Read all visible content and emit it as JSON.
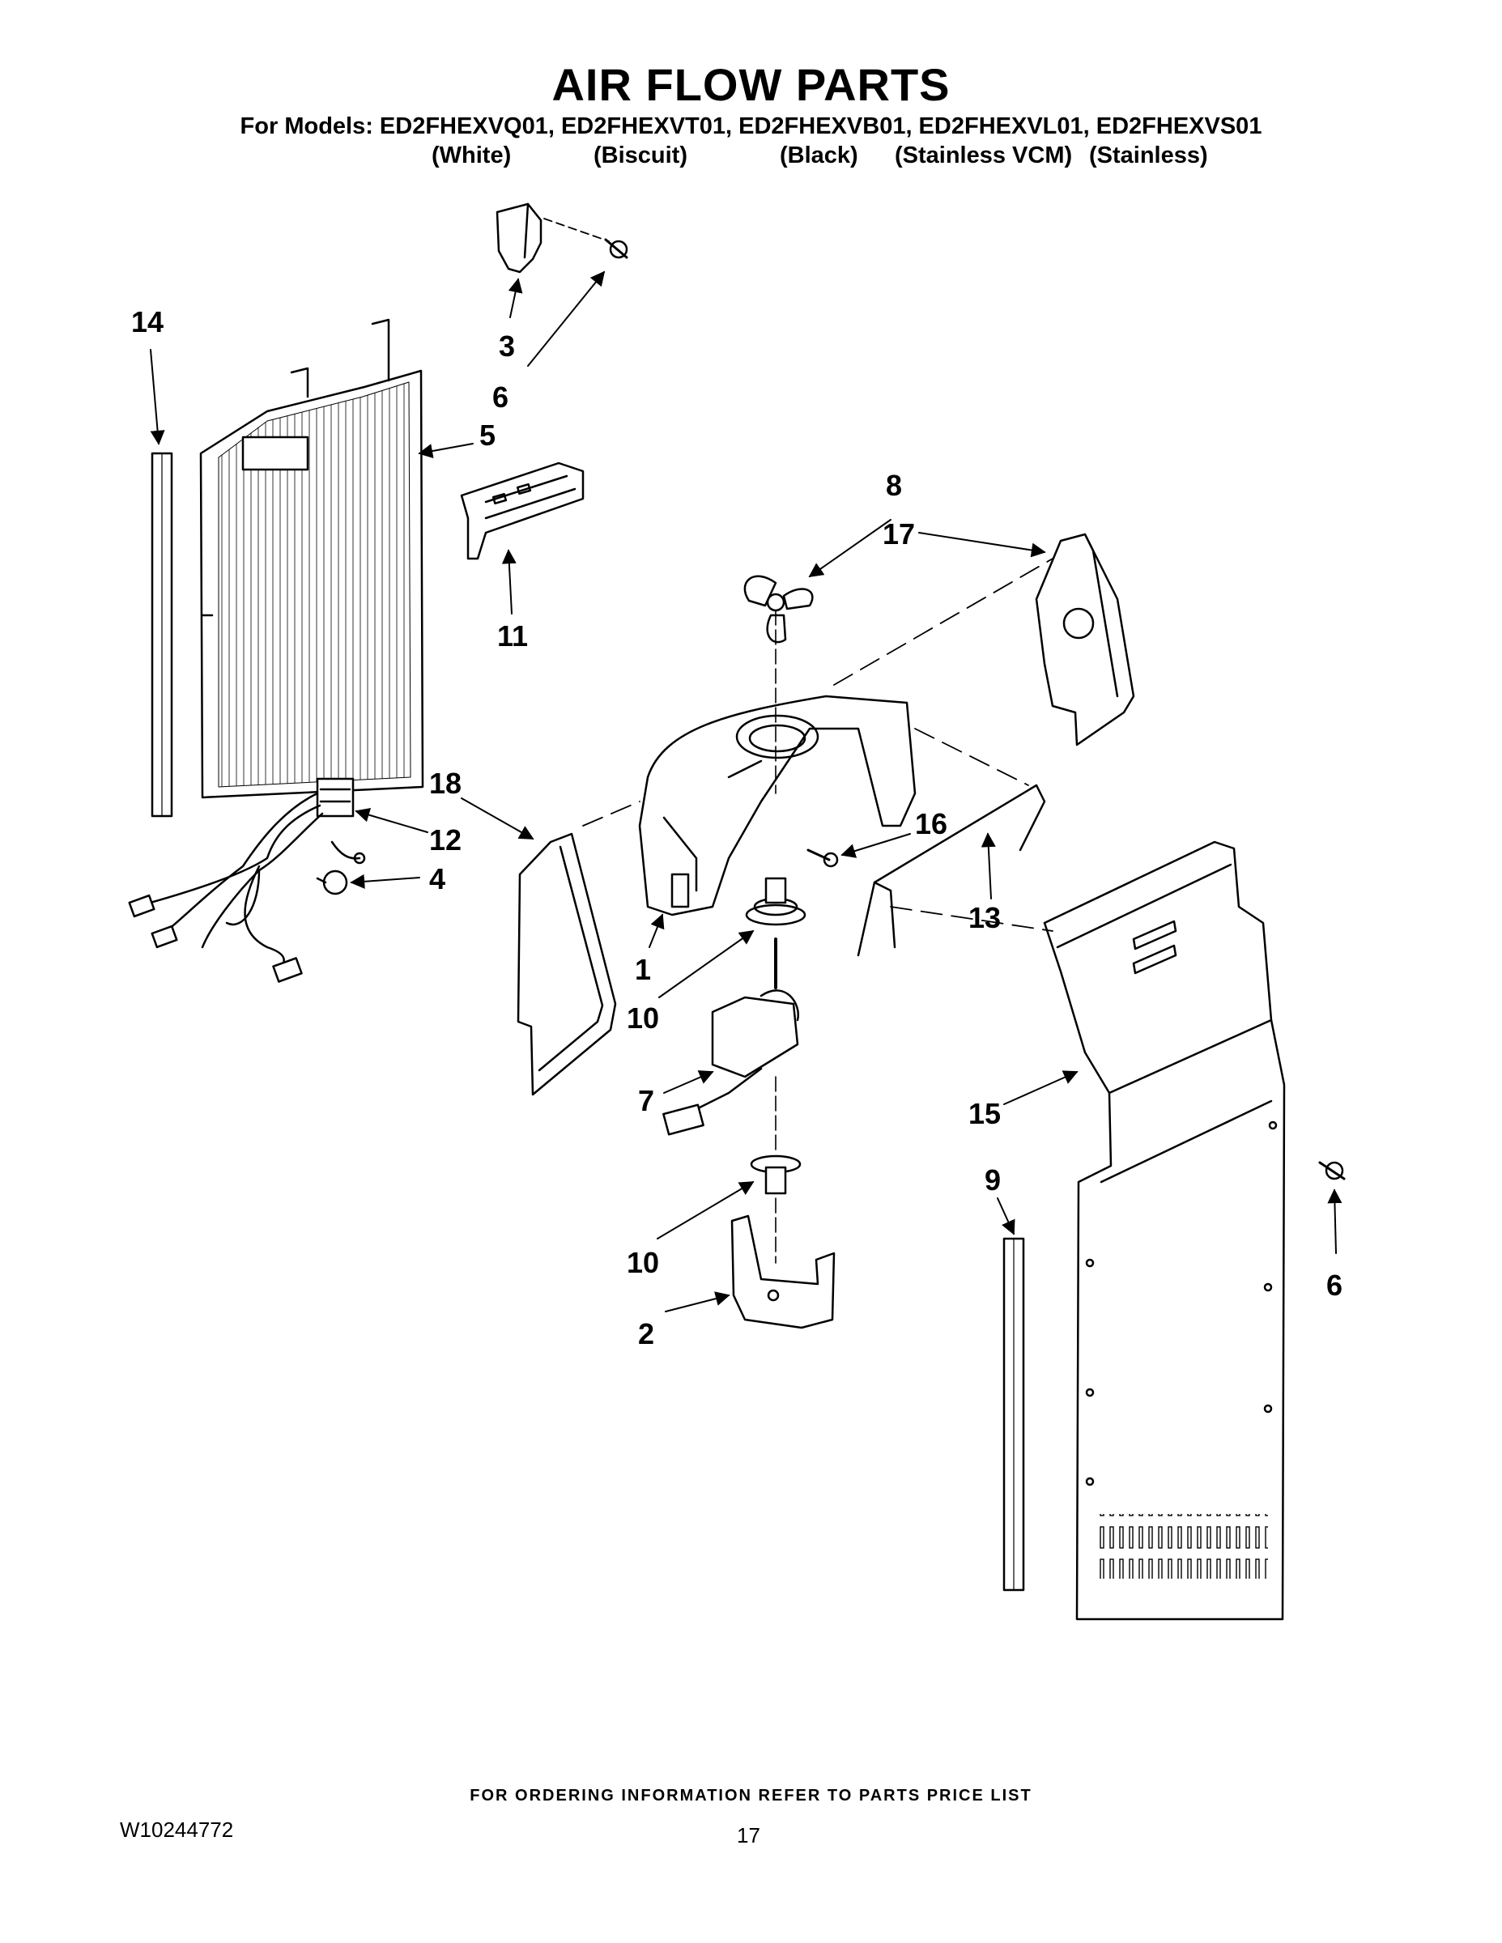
{
  "header": {
    "title": "AIR FLOW PARTS",
    "models_line": "For Models: ED2FHEXVQ01, ED2FHEXVT01, ED2FHEXVB01, ED2FHEXVL01, ED2FHEXVS01",
    "variants": [
      "(White)",
      "(Biscuit)",
      "(Black)",
      "(Stainless VCM)",
      "(Stainless)"
    ]
  },
  "callouts": {
    "c14": "14",
    "c3": "3",
    "c6a": "6",
    "c5": "5",
    "c11": "11",
    "c8": "8",
    "c17": "17",
    "c18": "18",
    "c12": "12",
    "c4": "4",
    "c16": "16",
    "c13": "13",
    "c1": "1",
    "c10a": "10",
    "c7": "7",
    "c15": "15",
    "c9": "9",
    "c6b": "6",
    "c10b": "10",
    "c2": "2"
  },
  "footer": {
    "ordering_note": "FOR ORDERING INFORMATION REFER TO PARTS PRICE LIST",
    "doc_number": "W10244772",
    "page_number": "17"
  }
}
